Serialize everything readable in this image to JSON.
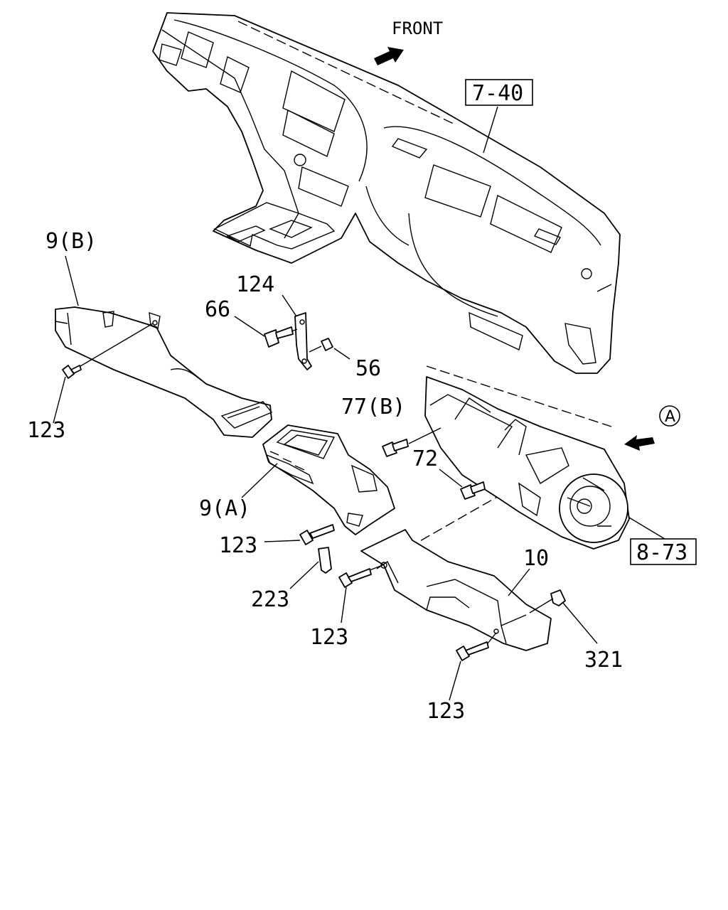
{
  "front_label": "FRONT",
  "view_marker": "A",
  "refs": {
    "dashboard": "7-40",
    "blower": "8-73"
  },
  "labels": {
    "duct_9b": "9(B)",
    "duct_9a": "9(A)",
    "duct_10": "10",
    "bracket_124": "124",
    "bolt_66": "66",
    "nut_56": "56",
    "bolt_77b": "77(B)",
    "bolt_72": "72",
    "screw_123_a": "123",
    "screw_123_b": "123",
    "screw_123_c": "123",
    "screw_123_d": "123",
    "clip_223": "223",
    "clip_321": "321"
  }
}
